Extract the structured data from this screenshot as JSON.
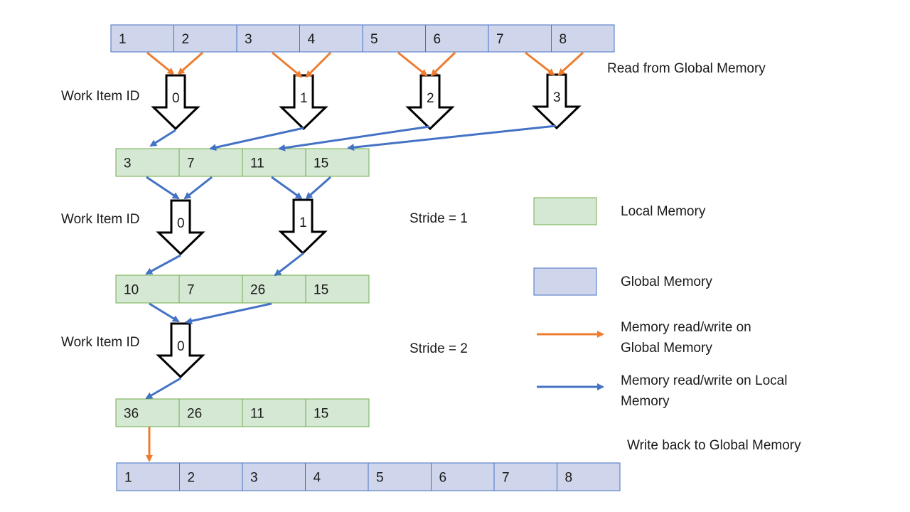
{
  "colors": {
    "global_fill": "#cfd5ea",
    "global_stroke": "#4472c4",
    "local_fill": "#d5e8d4",
    "local_stroke": "#70ad47",
    "orange_arrow": "#ed7d31",
    "blue_arrow": "#4472c4",
    "block_arrow_stroke": "#000000"
  },
  "global_read_row": [
    "1",
    "2",
    "3",
    "4",
    "5",
    "6",
    "7",
    "8"
  ],
  "local_row_1": [
    "3",
    "7",
    "11",
    "15"
  ],
  "local_row_2": [
    "10",
    "7",
    "26",
    "15"
  ],
  "local_row_3": [
    "36",
    "26",
    "11",
    "15"
  ],
  "global_write_row": [
    "1",
    "2",
    "3",
    "4",
    "5",
    "6",
    "7",
    "8"
  ],
  "stage1": {
    "label": "Work Item ID",
    "ids": [
      "0",
      "1",
      "2",
      "3"
    ]
  },
  "stage2": {
    "label": "Work Item ID",
    "ids": [
      "0",
      "1"
    ],
    "stride": "Stride = 1"
  },
  "stage3": {
    "label": "Work Item ID",
    "ids": [
      "0"
    ],
    "stride": "Stride = 2"
  },
  "annotations": {
    "read": "Read from Global Memory",
    "write": "Write back to Global Memory"
  },
  "legend": {
    "local": "Local Memory",
    "global": "Global Memory",
    "orange_line1": "Memory read/write on",
    "orange_line2": "Global Memory",
    "blue_line1": "Memory read/write on Local",
    "blue_line2": "Memory"
  }
}
